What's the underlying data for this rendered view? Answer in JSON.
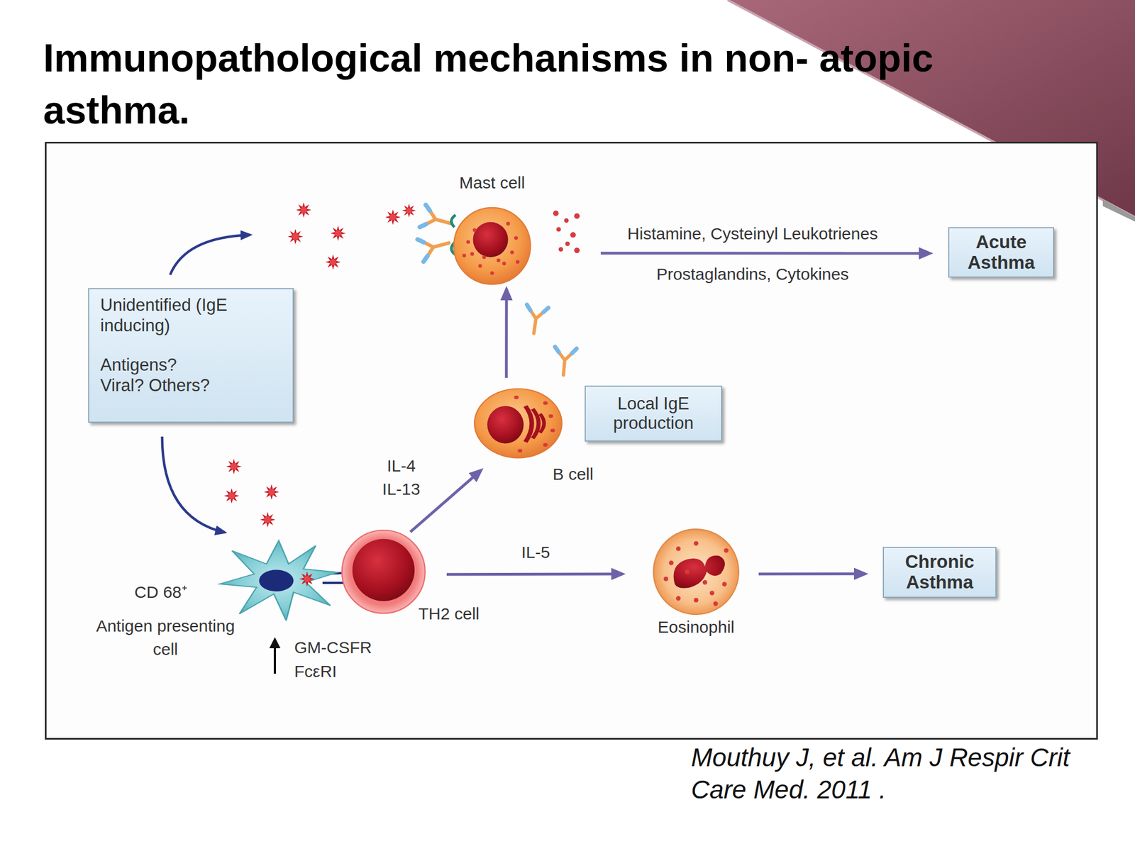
{
  "diagram": {
    "title": "Immunopathological mechanisms in non- atopic asthma.",
    "caption": "Mouthuy J, et al. Am J Respir Crit Care Med. 2011 .",
    "nodes": [
      {
        "text": [
          "Mast cell"
        ]
      },
      {
        "text": [
          "Acute Asthma"
        ]
      },
      {
        "text": [
          "Unidentified (IgE inducing)",
          "Antigens? Viral? Others?"
        ]
      },
      {
        "text": [
          "B cell"
        ]
      },
      {
        "text": [
          "Local IgE production"
        ]
      },
      {
        "text": [
          "CD 68⁺",
          "Antigen presenting cell"
        ]
      },
      {
        "text": [
          "TH2 cell"
        ]
      },
      {
        "text": [
          "Eosinophil"
        ]
      },
      {
        "text": [
          "Chronic Asthma"
        ]
      }
    ],
    "edges": [
      {
        "from": 0,
        "to": 1,
        "label": "Histamine, Cysteinyl Leukotrienes",
        "arrow": "to"
      },
      {
        "from": 3,
        "to": 0,
        "arrow": "to"
      },
      {
        "from": 6,
        "to": 3,
        "label": "IL-4 IL-13",
        "arrow": "to"
      },
      {
        "from": 6,
        "to": 7,
        "label": "IL-5",
        "arrow": "to"
      },
      {
        "from": 7,
        "to": 8,
        "arrow": "to"
      },
      {
        "from": 2,
        "to": 5,
        "arrow": "to"
      }
    ],
    "labels": [
      "Prostaglandins, Cytokines",
      "GM-CSFR",
      "FcεRI"
    ]
  }
}
